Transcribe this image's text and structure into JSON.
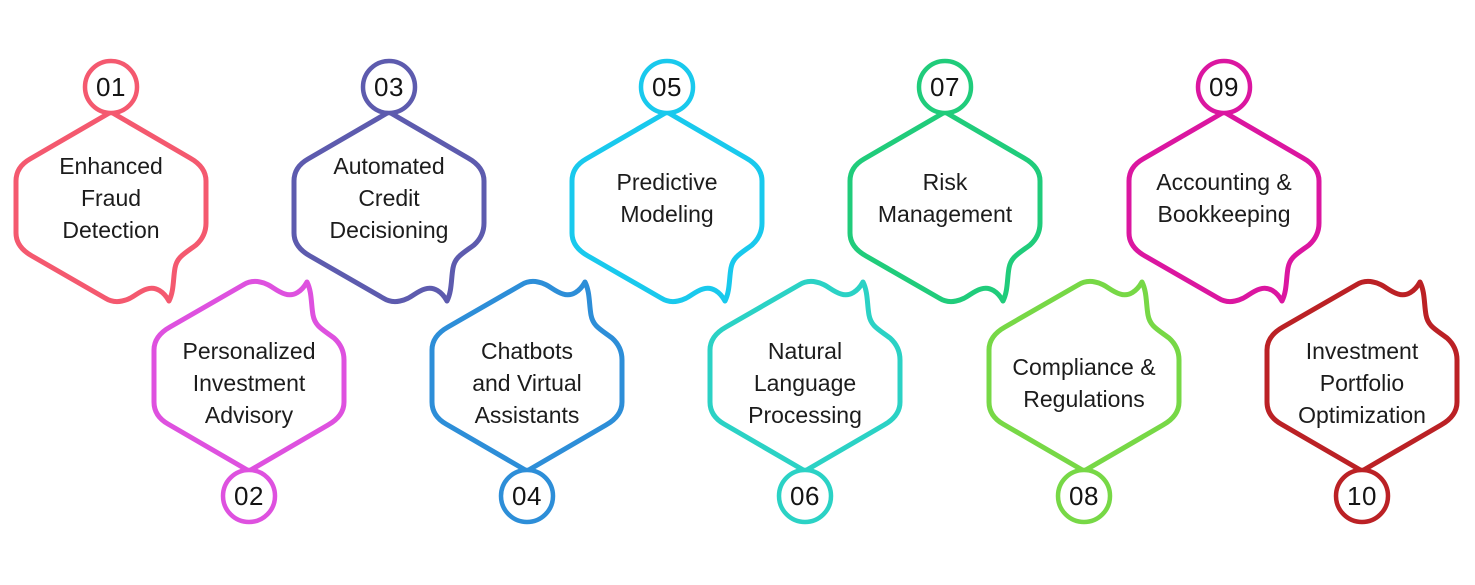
{
  "items": [
    {
      "number": "01",
      "label": [
        "Enhanced",
        "Fraud",
        "Detection"
      ],
      "color": "#F4596F"
    },
    {
      "number": "02",
      "label": [
        "Personalized",
        "Investment",
        "Advisory"
      ],
      "color": "#DE51DF"
    },
    {
      "number": "03",
      "label": [
        "Automated",
        "Credit",
        "Decisioning"
      ],
      "color": "#5D5BAE"
    },
    {
      "number": "04",
      "label": [
        "Chatbots",
        "and Virtual",
        "Assistants"
      ],
      "color": "#2D8ED8"
    },
    {
      "number": "05",
      "label": [
        "Predictive",
        "Modeling"
      ],
      "color": "#19C9ED"
    },
    {
      "number": "06",
      "label": [
        "Natural",
        "Language",
        "Processing"
      ],
      "color": "#2BD2C5"
    },
    {
      "number": "07",
      "label": [
        "Risk",
        "Management"
      ],
      "color": "#20CC7B"
    },
    {
      "number": "08",
      "label": [
        "Compliance &",
        "Regulations"
      ],
      "color": "#77D846"
    },
    {
      "number": "09",
      "label": [
        "Accounting &",
        "Bookkeeping"
      ],
      "color": "#DB16A0"
    },
    {
      "number": "10",
      "label": [
        "Investment",
        "Portfolio",
        "Optimization"
      ],
      "color": "#BB2125"
    }
  ]
}
